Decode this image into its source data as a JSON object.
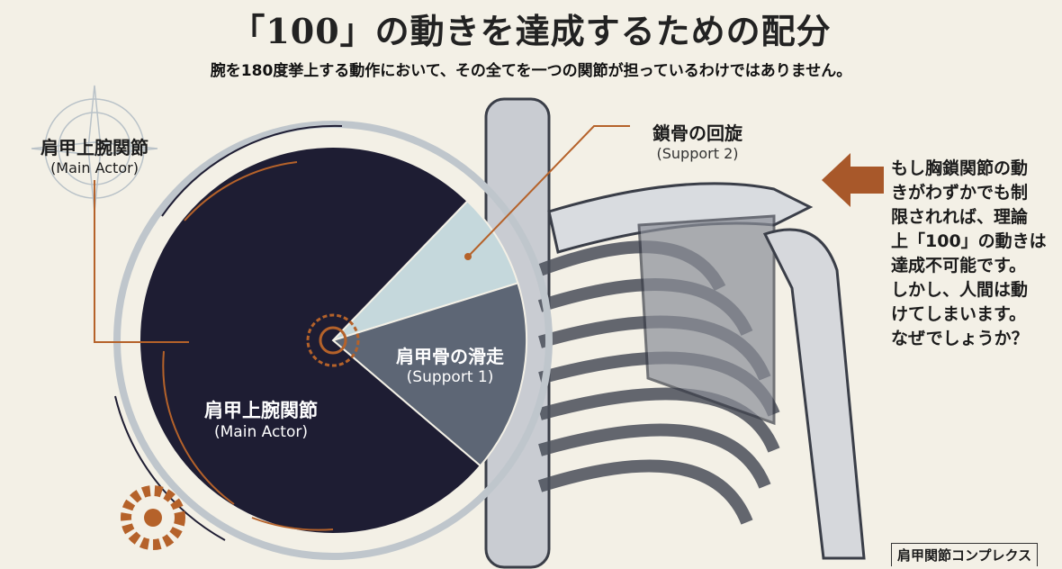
{
  "title": "「100」の動きを達成するための配分",
  "subtitle": "腕を180度挙上する動作において、その全てを一つの関節が担っているわけではありません。",
  "labels": {
    "main_outer": {
      "name": "肩甲上腕関節",
      "role": "(Main Actor)"
    },
    "main_inner": {
      "name": "肩甲上腕関節",
      "role": "(Main Actor)"
    },
    "support1": {
      "name": "肩甲骨の滑走",
      "role": "(Support 1)"
    },
    "support2": {
      "name": "鎖骨の回旋",
      "role": "(Support 2)"
    }
  },
  "chart_data": {
    "type": "pie",
    "total": 100,
    "slices": [
      {
        "name": "肩甲上腕関節 (Main Actor)",
        "share": 76,
        "color": "#1e1d33"
      },
      {
        "name": "肩甲骨の滑走 (Support 1)",
        "share": 16,
        "color": "#5d6675"
      },
      {
        "name": "鎖骨の回旋 (Support 2)",
        "share": 8,
        "color": "#c5d8dc"
      }
    ]
  },
  "right_text": [
    "もし胸鎖関節の動",
    "きがわずかでも制",
    "限されれば、理論",
    "上「100」の動きは",
    "達成不可能です。",
    "しかし、人間は動",
    "けてしまいます。",
    "なぜでしょうか？"
  ],
  "corner_label": "肩甲関節コンプレクス",
  "colors": {
    "accent": "#b5622a",
    "dark": "#1e1d33"
  }
}
